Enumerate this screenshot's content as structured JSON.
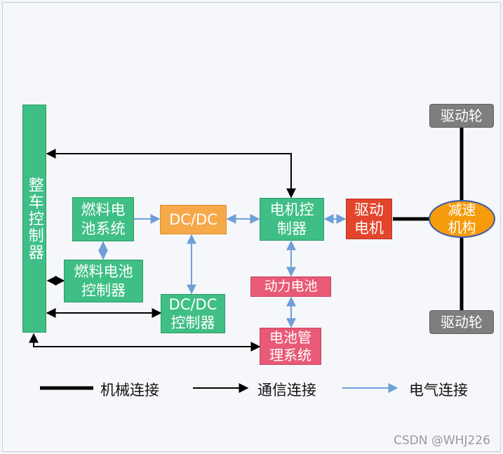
{
  "nodes": {
    "vcu": "整车控制器",
    "fuel_cell_system": "燃料电\n池系统",
    "fuel_cell_controller": "燃料电池\n控制器",
    "dcdc": "DC/DC",
    "dcdc_controller": "DC/DC\n控制器",
    "motor_controller": "电机控\n制器",
    "power_battery": "动力电池",
    "bms": "电池管\n理系统",
    "drive_motor": "驱动\n电机",
    "reducer": "减速\n机构",
    "wheel_top": "驱动轮",
    "wheel_bottom": "驱动轮"
  },
  "legend": {
    "mechanical": "机械连接",
    "communication": "通信连接",
    "electrical": "电气连接"
  },
  "watermark": "CSDN @WHJ226",
  "colors": {
    "green": "#3fbf85",
    "orange": "#f7a94a",
    "pink": "#e85a77",
    "red": "#e2452b",
    "gray": "#7e7e7e",
    "reducer": "#f59b0c",
    "electrical_line": "#6f9fd8",
    "communication_line": "#000000"
  }
}
